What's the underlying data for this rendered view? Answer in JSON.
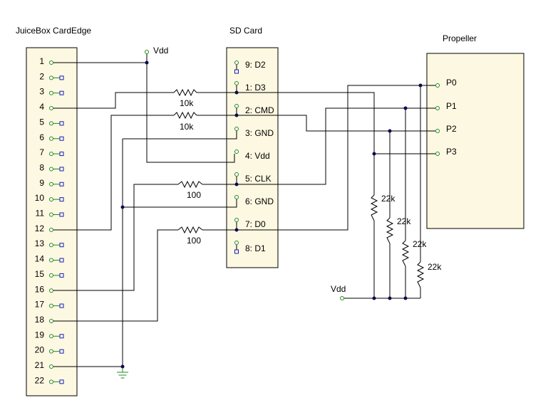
{
  "juicebox": {
    "title": "JuiceBox CardEdge",
    "pins": [
      "1",
      "2",
      "3",
      "4",
      "5",
      "6",
      "7",
      "8",
      "9",
      "10",
      "11",
      "12",
      "13",
      "14",
      "15",
      "16",
      "17",
      "18",
      "19",
      "20",
      "21",
      "22"
    ]
  },
  "sdcard": {
    "title": "SD Card",
    "pins": [
      "9: D2",
      "1: D3",
      "2: CMD",
      "3: GND",
      "4: Vdd",
      "5: CLK",
      "6: GND",
      "7: D0",
      "8: D1"
    ]
  },
  "propeller": {
    "title": "Propeller",
    "pins": [
      "P0",
      "P1",
      "P2",
      "P3"
    ]
  },
  "resistors": {
    "r_d3": "10k",
    "r_cmd": "10k",
    "r_clk": "100",
    "r_d0": "100",
    "pull1": "22k",
    "pull2": "22k",
    "pull3": "22k",
    "pull4": "22k"
  },
  "vdd_top": "Vdd",
  "vdd_bottom": "Vdd",
  "icons": {
    "ground": "ground-icon",
    "power": "power-icon"
  },
  "colors": {
    "box_fill": "#fdf8e1",
    "pin_connector": "#228822",
    "nc_marker": "#1a1aa8",
    "junction": "#0a0a50"
  }
}
